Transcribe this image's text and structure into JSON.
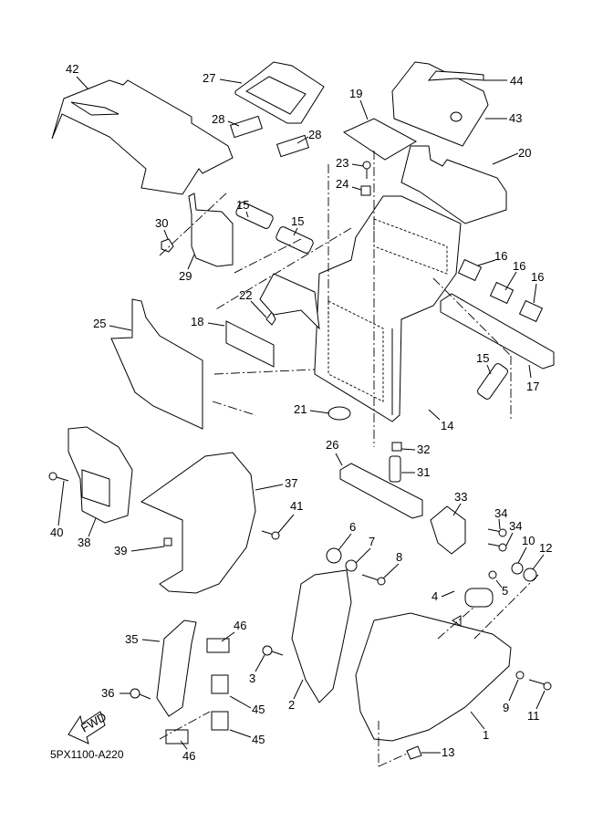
{
  "diagram": {
    "code": "5PX1100-A220",
    "fwd_label": "FWD",
    "callouts": [
      "42",
      "27",
      "28",
      "28",
      "19",
      "44",
      "43",
      "20",
      "23",
      "24",
      "15",
      "15",
      "30",
      "29",
      "22",
      "18",
      "25",
      "16",
      "16",
      "16",
      "17",
      "15",
      "21",
      "14",
      "32",
      "26",
      "31",
      "33",
      "34",
      "34",
      "10",
      "12",
      "37",
      "41",
      "40",
      "38",
      "39",
      "6",
      "7",
      "8",
      "4",
      "5",
      "35",
      "46",
      "3",
      "2",
      "36",
      "45",
      "45",
      "46",
      "9",
      "11",
      "1",
      "13"
    ]
  }
}
